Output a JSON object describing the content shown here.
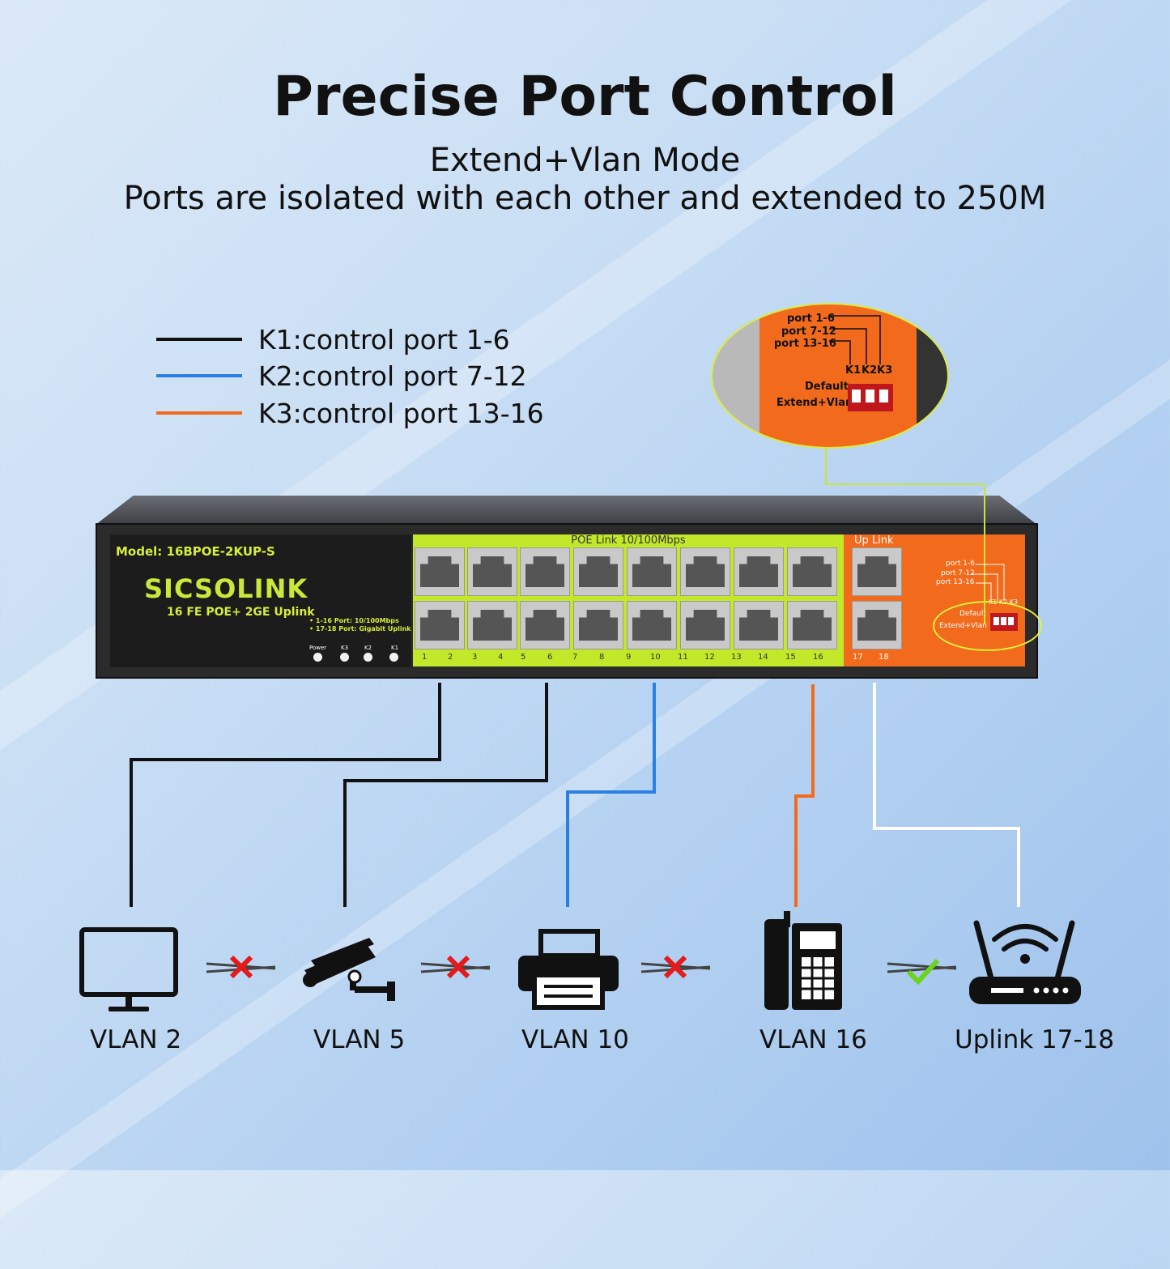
{
  "header": {
    "title": "Precise Port Control",
    "subtitle_line1": "Extend+Vlan Mode",
    "subtitle_line2": "Ports are isolated with each other and extended to 250M"
  },
  "legend": [
    {
      "label": "K1:control port 1-6",
      "color": "#111111"
    },
    {
      "label": "K2:control port 7-12",
      "color": "#2a7fe0"
    },
    {
      "label": "K3:control port 13-16",
      "color": "#f26a1b"
    }
  ],
  "switch": {
    "model": "Model: 16BPOE-2KUP-S",
    "brand": "SICSOLINK",
    "brand_sub": "16 FE POE+ 2GE Uplink",
    "spec1": "• 1-16 Port: 10/100Mbps",
    "spec2": "• 17-18 Port: Gigabit Uplink",
    "leds": [
      "Power",
      "K3",
      "K2",
      "K1"
    ],
    "poe_label": "POE Link 10/100Mbps",
    "uplink_label": "Up Link",
    "port_numbers": [
      "1",
      "2",
      "3",
      "4",
      "5",
      "6",
      "7",
      "8",
      "9",
      "10",
      "11",
      "12",
      "13",
      "14",
      "15",
      "16",
      "17",
      "18"
    ],
    "mini": {
      "p1": "port 1-6",
      "p2": "port 7-12",
      "p3": "port 13-16",
      "keys": "K1 K2 K3",
      "default": "Default",
      "extend": "Extend+Vlan"
    },
    "colors": {
      "poe": "#c3e82a",
      "uplink": "#f26a1b",
      "body": "#2b2b2b"
    }
  },
  "callout": {
    "p1": "port 1-6",
    "p2": "port 7-12",
    "p3": "port 13-16",
    "k1": "K1",
    "k2": "K2",
    "k3": "K3",
    "default": "Default",
    "extend": "Extend+Vlan"
  },
  "devices": [
    {
      "label": "VLAN 2",
      "icon": "monitor-icon"
    },
    {
      "label": "VLAN 5",
      "icon": "camera-icon"
    },
    {
      "label": "VLAN 10",
      "icon": "printer-icon"
    },
    {
      "label": "VLAN 16",
      "icon": "phone-icon"
    },
    {
      "label": "Uplink 17-18",
      "icon": "router-icon"
    }
  ],
  "links": [
    {
      "status": "blocked",
      "icon": "cross-icon"
    },
    {
      "status": "blocked",
      "icon": "cross-icon"
    },
    {
      "status": "blocked",
      "icon": "cross-icon"
    },
    {
      "status": "allowed",
      "icon": "check-icon"
    }
  ]
}
